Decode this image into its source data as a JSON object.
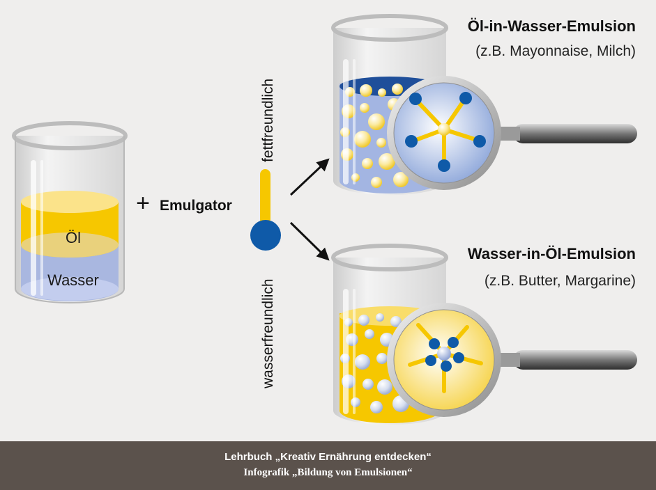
{
  "labels": {
    "oil": "Öl",
    "water": "Wasser",
    "plus": "+",
    "emulsifier": "Emulgator",
    "lipophilic": "fettfreundlich",
    "hydrophilic": "wasserfreundlich",
    "ow_title": "Öl-in-Wasser-Emulsion",
    "ow_examples": "(z.B. Mayonnaise, Milch)",
    "wo_title": "Wasser-in-Öl-Emulsion",
    "wo_examples": "(z.B. Butter, Margarine)"
  },
  "footer": {
    "line1": "Lehrbuch „Kreativ Ernährung entdecken“",
    "line2": "Infografik „Bildung von Emulsionen“"
  },
  "colors": {
    "oil_yellow": "#f6c700",
    "water_blue": "#9fb2df",
    "emulsifier_head": "#0f5aa8",
    "footer_bg": "#5b524c"
  }
}
